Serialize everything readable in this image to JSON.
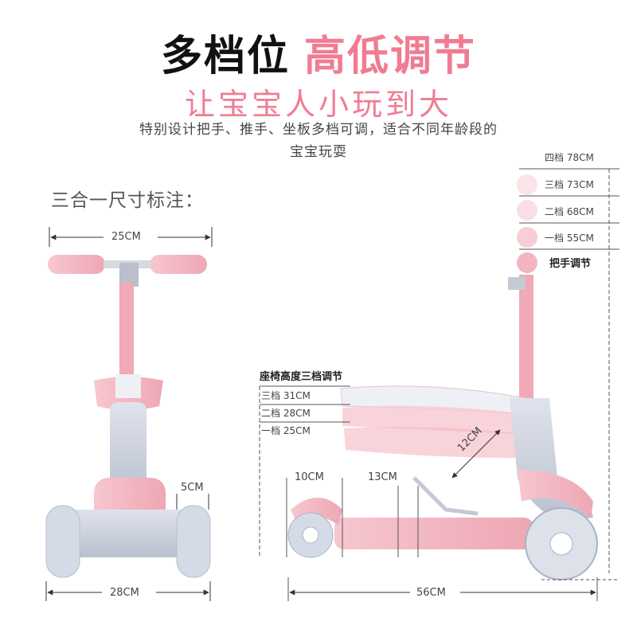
{
  "header": {
    "title_part1": "多档位",
    "title_part2": "高低调节",
    "subtitle": "让宝宝人小玩到大",
    "description_line1": "特别设计把手、推手、坐板多档可调，适合不同年龄段的",
    "description_line2": "宝宝玩耍"
  },
  "front_view": {
    "label": "三合一尺寸标注：",
    "handlebar_width": "25CM",
    "wheel_width": "5CM",
    "base_width": "28CM"
  },
  "side_view": {
    "handle_levels": [
      {
        "label": "四档 78CM"
      },
      {
        "label": "三档 73CM"
      },
      {
        "label": "二档 68CM"
      },
      {
        "label": "一档 55CM"
      }
    ],
    "handle_title": "把手调节",
    "seat_title": "座椅高度三档调节",
    "seat_levels": [
      {
        "label": "三档 31CM"
      },
      {
        "label": "二档 28CM"
      },
      {
        "label": "一档 25CM"
      }
    ],
    "rear_wheel_width": "10CM",
    "deck_distance": "13CM",
    "seat_length": "12CM",
    "total_length": "56CM"
  },
  "colors": {
    "accent_pink": "#f07c92",
    "scooter_pink": "#f3b9c3",
    "scooter_gray": "#c9cfdc"
  }
}
